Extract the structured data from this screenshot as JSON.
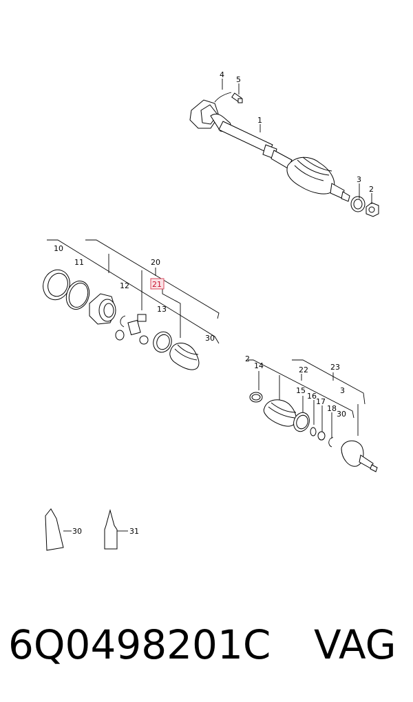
{
  "diagram": {
    "callouts": {
      "c1": "1",
      "c2": "2",
      "c3": "3",
      "c4": "4",
      "c5": "5",
      "c10": "10",
      "c11": "11",
      "c12": "12",
      "c13": "13",
      "c20": "20",
      "c21": "21",
      "c30a": "30",
      "c2b": "2",
      "c14": "14",
      "c15": "15",
      "c16": "16",
      "c17": "17",
      "c18": "18",
      "c30b": "30",
      "c22": "22",
      "c23": "23",
      "c3b": "3",
      "c30c": "30",
      "c31": "31"
    },
    "highlight_color": "#d9465a"
  },
  "footer": {
    "part_number": "6Q0498201C",
    "brand": "VAG"
  }
}
